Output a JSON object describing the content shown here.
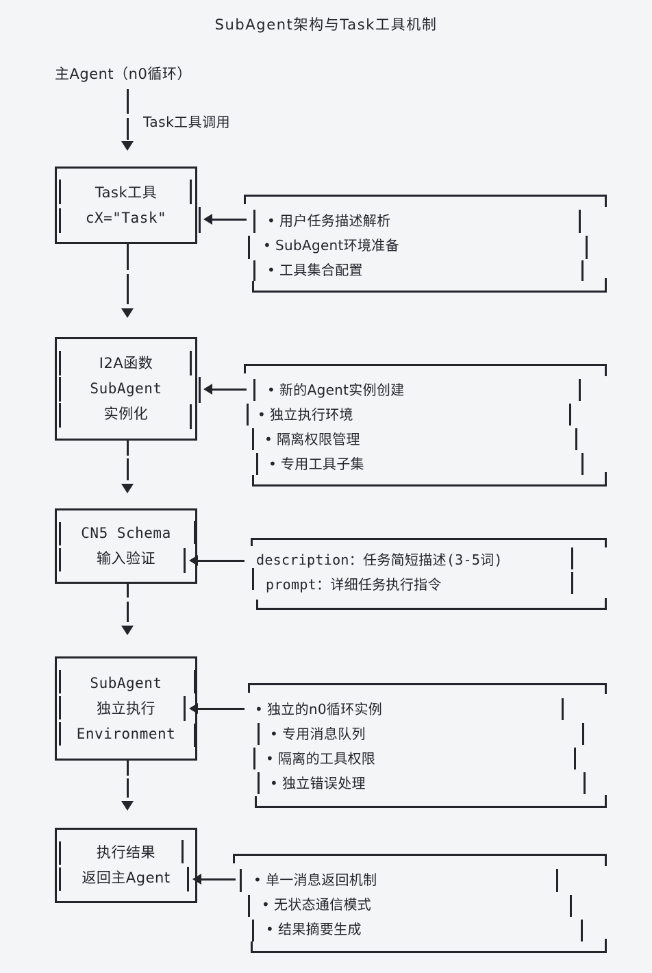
{
  "title": "SubAgent架构与Task工具机制",
  "root": {
    "label": "主Agent（n0循环）",
    "edge_label": "Task工具调用"
  },
  "colors": {
    "background": "#f4f5f7",
    "ink": "#22262b"
  },
  "steps": [
    {
      "id": "task-tool",
      "box_lines": [
        "Task工具",
        "cX=\"Task\""
      ],
      "box_line_fonts": [
        "sans",
        "mono"
      ],
      "details": [
        "用户任务描述解析",
        "SubAgent环境准备",
        "工具集合配置"
      ],
      "detail_bulleted": true,
      "detail_font": "sans"
    },
    {
      "id": "i2a-function",
      "box_lines": [
        "I2A函数",
        "SubAgent",
        "实例化"
      ],
      "box_line_fonts": [
        "sans",
        "mono",
        "sans"
      ],
      "details": [
        "新的Agent实例创建",
        "独立执行环境",
        "隔离权限管理",
        "专用工具子集"
      ],
      "detail_bulleted": true,
      "detail_font": "sans"
    },
    {
      "id": "cn5-schema",
      "box_lines": [
        "CN5 Schema",
        "输入验证"
      ],
      "box_line_fonts": [
        "mono",
        "sans"
      ],
      "details": [
        "description：任务简短描述(3-5词)",
        "prompt：详细任务执行指令"
      ],
      "detail_bulleted": false,
      "detail_font": "mono"
    },
    {
      "id": "subagent-execution",
      "box_lines": [
        "SubAgent",
        "独立执行",
        "Environment"
      ],
      "box_line_fonts": [
        "mono",
        "sans",
        "mono"
      ],
      "details": [
        "独立的n0循环实例",
        "专用消息队列",
        "隔离的工具权限",
        "独立错误处理"
      ],
      "detail_bulleted": true,
      "detail_font": "sans"
    },
    {
      "id": "result-return",
      "box_lines": [
        "执行结果",
        "返回主Agent"
      ],
      "box_line_fonts": [
        "sans",
        "sans"
      ],
      "details": [
        "单一消息返回机制",
        "无状态通信模式",
        "结果摘要生成"
      ],
      "detail_bulleted": true,
      "detail_font": "sans"
    }
  ]
}
